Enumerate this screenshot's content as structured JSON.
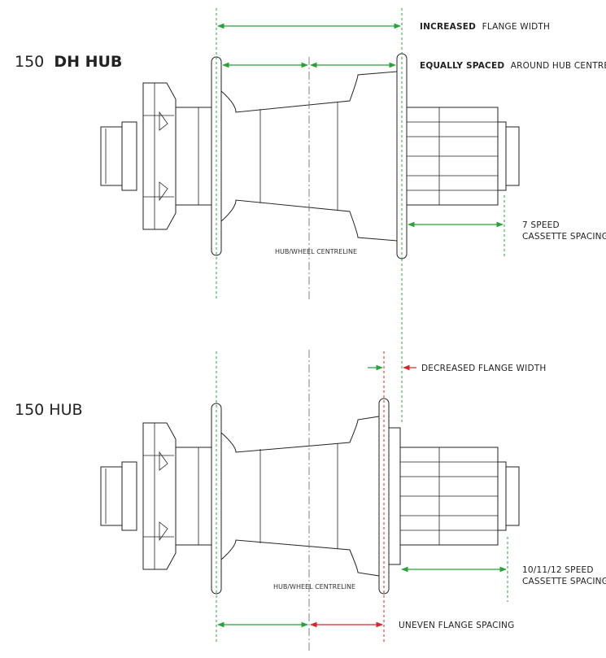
{
  "top_hub": {
    "title_number": "150",
    "title_bold": "DH HUB",
    "annotation_flange_bold": "INCREASED",
    "annotation_flange_rest": "FLANGE WIDTH",
    "annotation_spacing_bold": "EQUALLY SPACED",
    "annotation_spacing_rest": "AROUND HUB CENTRELINE",
    "cassette_line1": "7 SPEED",
    "cassette_line2": "CASSETTE SPACING",
    "centreline_label": "HUB/WHEEL CENTRELINE"
  },
  "bottom_hub": {
    "title": "150 HUB",
    "annotation_flange": "DECREASED FLANGE WIDTH",
    "cassette_line1": "10/11/12 SPEED",
    "cassette_line2": "CASSETTE SPACING",
    "centreline_label": "HUB/WHEEL CENTRELINE",
    "uneven_label": "UNEVEN FLANGE SPACING"
  },
  "colors": {
    "equal_spacing": "#2aa23a",
    "decreased_spacing": "#d7262b",
    "outline": "#222222",
    "centreline": "#666666"
  }
}
